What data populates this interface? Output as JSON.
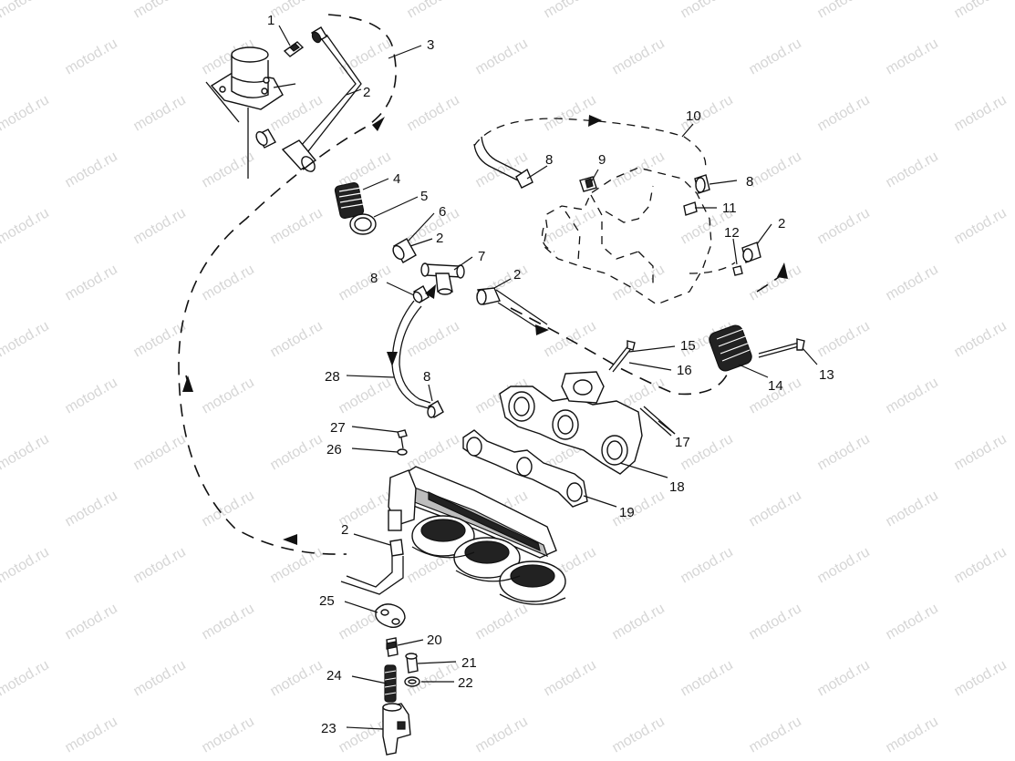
{
  "watermark": "motod.ru",
  "callouts": [
    {
      "id": "c1",
      "text": "1"
    },
    {
      "id": "c2a",
      "text": "2"
    },
    {
      "id": "c3",
      "text": "3"
    },
    {
      "id": "c4",
      "text": "4"
    },
    {
      "id": "c5",
      "text": "5"
    },
    {
      "id": "c6",
      "text": "6"
    },
    {
      "id": "c2b",
      "text": "2"
    },
    {
      "id": "c7",
      "text": "7"
    },
    {
      "id": "c8a",
      "text": "8"
    },
    {
      "id": "c2c",
      "text": "2"
    },
    {
      "id": "c8b",
      "text": "8"
    },
    {
      "id": "c9",
      "text": "9"
    },
    {
      "id": "c10",
      "text": "10"
    },
    {
      "id": "c8c",
      "text": "8"
    },
    {
      "id": "c11",
      "text": "11"
    },
    {
      "id": "c12",
      "text": "12"
    },
    {
      "id": "c2d",
      "text": "2"
    },
    {
      "id": "c15",
      "text": "15"
    },
    {
      "id": "c16",
      "text": "16"
    },
    {
      "id": "c14",
      "text": "14"
    },
    {
      "id": "c13",
      "text": "13"
    },
    {
      "id": "c28",
      "text": "28"
    },
    {
      "id": "c8d",
      "text": "8"
    },
    {
      "id": "c17",
      "text": "17"
    },
    {
      "id": "c27",
      "text": "27"
    },
    {
      "id": "c26",
      "text": "26"
    },
    {
      "id": "c18",
      "text": "18"
    },
    {
      "id": "c19",
      "text": "19"
    },
    {
      "id": "c2e",
      "text": "2"
    },
    {
      "id": "c25",
      "text": "25"
    },
    {
      "id": "c20",
      "text": "20"
    },
    {
      "id": "c21",
      "text": "21"
    },
    {
      "id": "c24",
      "text": "24"
    },
    {
      "id": "c22",
      "text": "22"
    },
    {
      "id": "c23",
      "text": "23"
    }
  ]
}
